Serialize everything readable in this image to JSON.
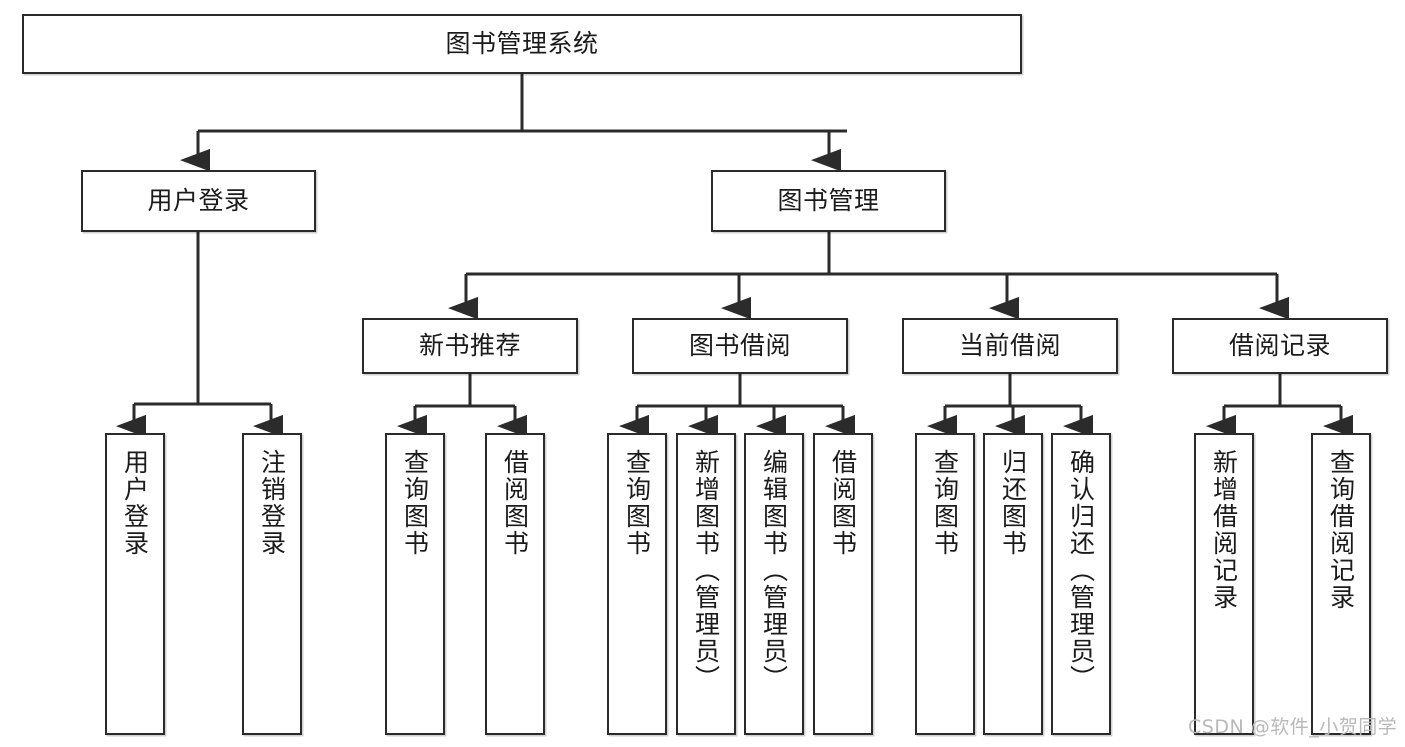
{
  "diagram": {
    "type": "tree-hierarchy-chart",
    "title": "图书管理系统",
    "watermark": "CSDN @软件_小贺同学",
    "colors": {
      "box_border": "#2b2b2b",
      "box_fill": "#ffffff",
      "text": "#1b1b1b",
      "edge": "#2b2b2b",
      "watermark": "#b9b9b9",
      "background": "#ffffff"
    },
    "levels": [
      {
        "level": 1,
        "nodes": [
          {
            "id": "root",
            "label": "图书管理系统",
            "orientation": "horizontal"
          }
        ]
      },
      {
        "level": 2,
        "nodes": [
          {
            "id": "login",
            "label": "用户登录",
            "orientation": "horizontal"
          },
          {
            "id": "bookmgmt",
            "label": "图书管理",
            "orientation": "horizontal"
          }
        ]
      },
      {
        "level": 3,
        "nodes": [
          {
            "id": "newbook",
            "label": "新书推荐",
            "orientation": "horizontal"
          },
          {
            "id": "borrow",
            "label": "图书借阅",
            "orientation": "horizontal"
          },
          {
            "id": "current",
            "label": "当前借阅",
            "orientation": "horizontal"
          },
          {
            "id": "records",
            "label": "借阅记录",
            "orientation": "horizontal"
          }
        ]
      },
      {
        "level": 4,
        "nodes": [
          {
            "id": "leaf-1",
            "label": "用户登录",
            "orientation": "vertical",
            "parent": "login"
          },
          {
            "id": "leaf-2",
            "label": "注销登录",
            "orientation": "vertical",
            "parent": "login"
          },
          {
            "id": "leaf-3",
            "label": "查询图书",
            "orientation": "vertical",
            "parent": "newbook"
          },
          {
            "id": "leaf-4",
            "label": "借阅图书",
            "orientation": "vertical",
            "parent": "newbook"
          },
          {
            "id": "leaf-5",
            "label": "查询图书",
            "orientation": "vertical",
            "parent": "borrow"
          },
          {
            "id": "leaf-6",
            "label": "新增图书（管理员）",
            "orientation": "vertical",
            "parent": "borrow"
          },
          {
            "id": "leaf-7",
            "label": "编辑图书（管理员）",
            "orientation": "vertical",
            "parent": "borrow"
          },
          {
            "id": "leaf-8",
            "label": "借阅图书",
            "orientation": "vertical",
            "parent": "borrow"
          },
          {
            "id": "leaf-9",
            "label": "查询图书",
            "orientation": "vertical",
            "parent": "current"
          },
          {
            "id": "leaf-10",
            "label": "归还图书",
            "orientation": "vertical",
            "parent": "current"
          },
          {
            "id": "leaf-11",
            "label": "确认归还（管理员）",
            "orientation": "vertical",
            "parent": "current"
          },
          {
            "id": "leaf-12",
            "label": "新增借阅记录",
            "orientation": "vertical",
            "parent": "records"
          },
          {
            "id": "leaf-13",
            "label": "查询借阅记录",
            "orientation": "vertical",
            "parent": "records"
          }
        ]
      }
    ]
  }
}
